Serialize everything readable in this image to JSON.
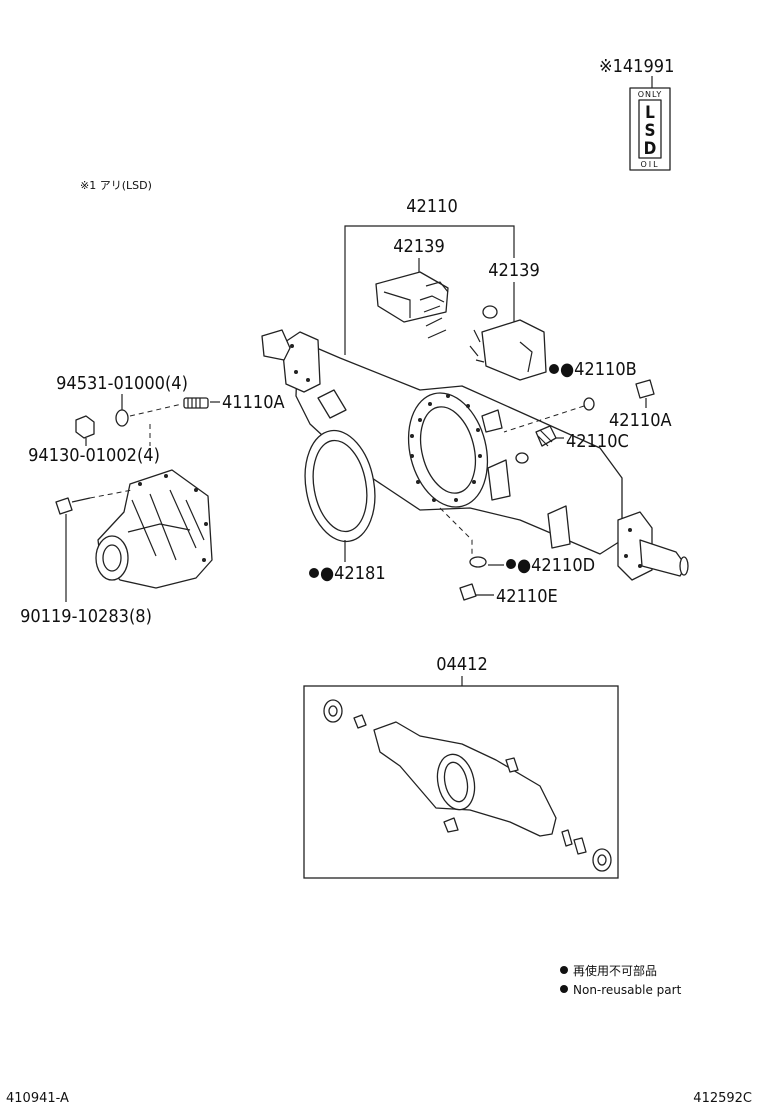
{
  "note": "※1 アリ(LSD)",
  "labels": {
    "p41991": "※141991",
    "p42110": "42110",
    "p42139a": "42139",
    "p42139b": "42139",
    "p42110B": "●42110B",
    "p42110A": "42110A",
    "p42110C": "42110C",
    "p94531": "94531-01000(4)",
    "p41110A": "41110A",
    "p94130": "94130-01002(4)",
    "p90119": "90119-10283(8)",
    "p42181": "●42181",
    "p42110D": "●42110D",
    "p42110E": "42110E",
    "p04412": "04412"
  },
  "stamp": {
    "top": "ONLY",
    "big": [
      "L",
      "S",
      "D"
    ],
    "bottom": "OIL"
  },
  "legend": {
    "jp": "再使用不可部品",
    "en": "Non-reusable part"
  },
  "codes": {
    "left": "410941-A",
    "right": "412592C"
  }
}
